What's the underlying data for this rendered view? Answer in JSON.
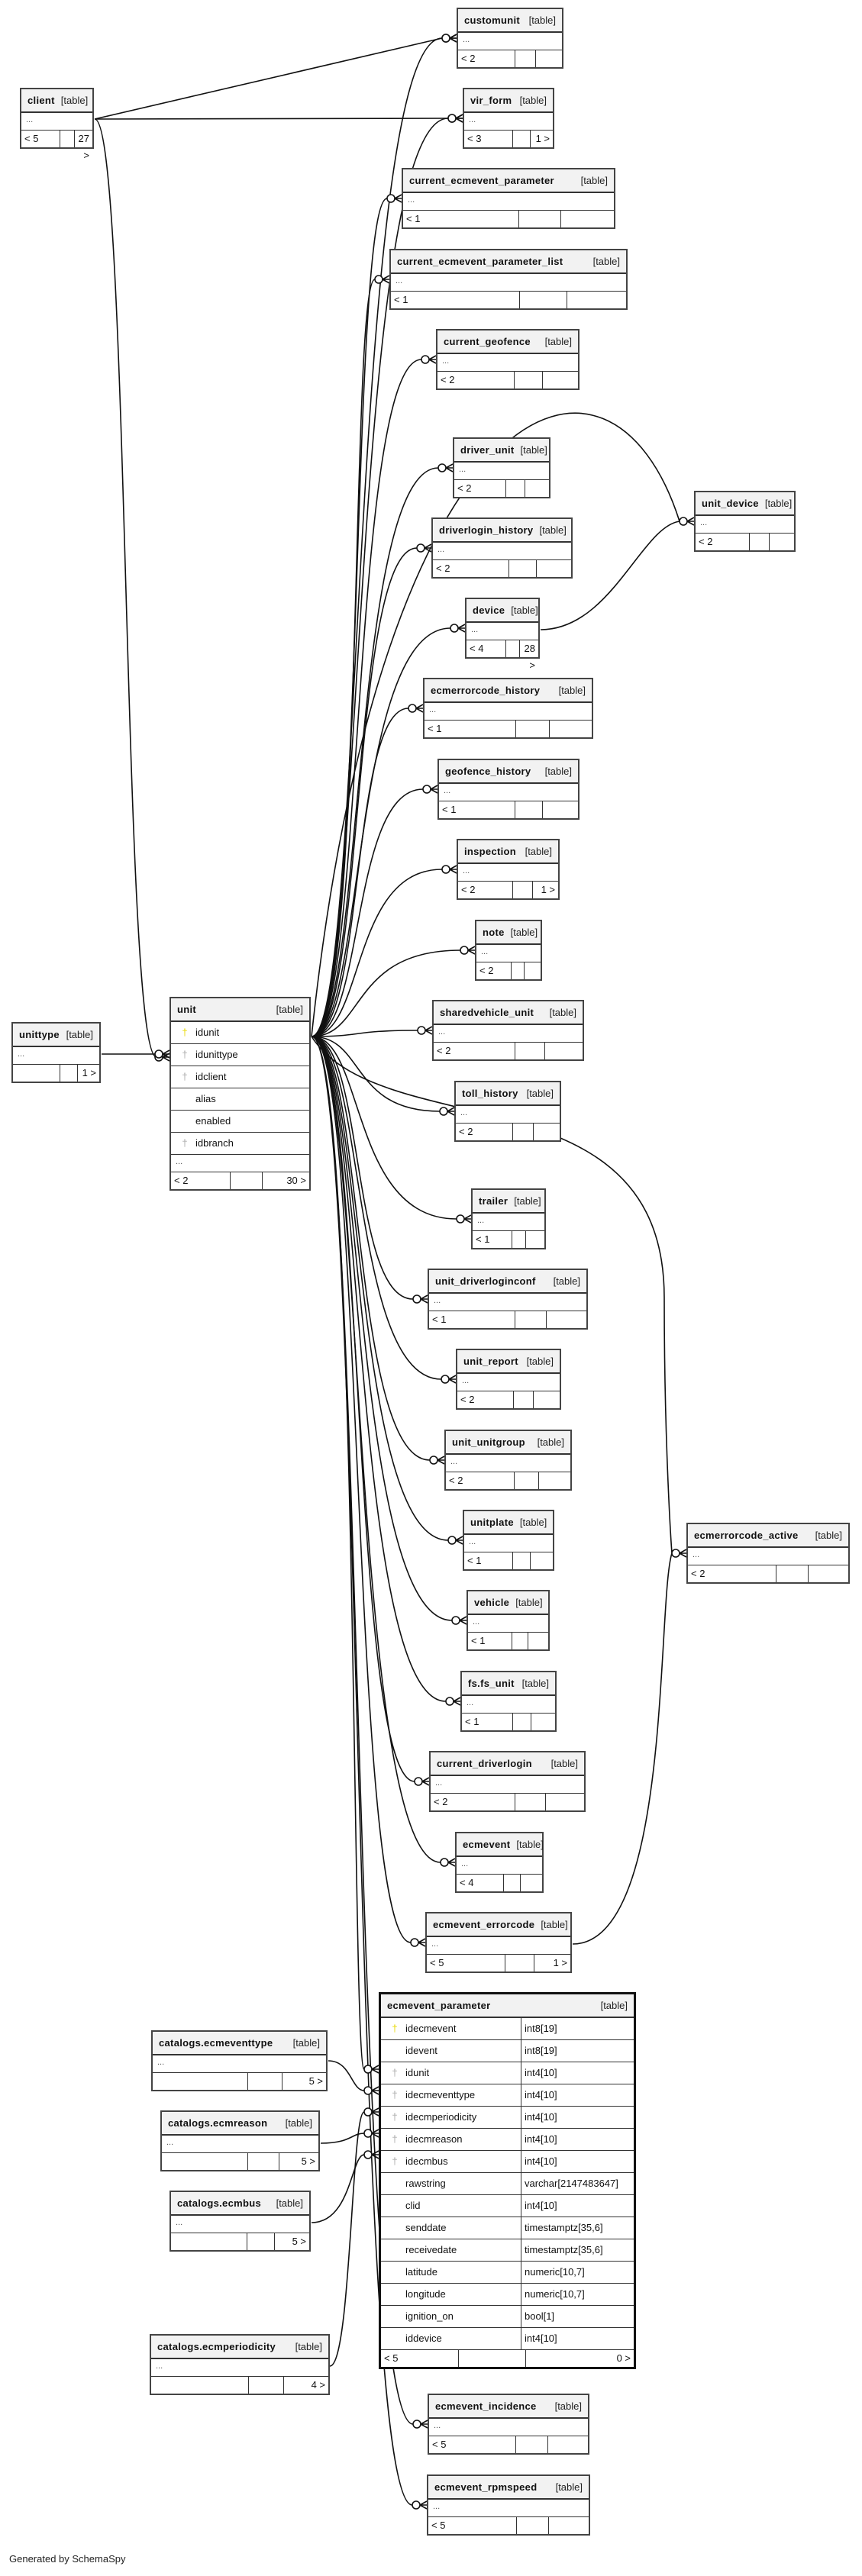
{
  "diagram": {
    "title": "unit relationships",
    "table_suffix": "[table]",
    "ellipsis": "...",
    "footer": "Generated by SchemaSpy"
  },
  "tables": [
    {
      "id": "customunit",
      "name": "customunit",
      "parents": "< 2",
      "mid": "",
      "children": ""
    },
    {
      "id": "client",
      "name": "client",
      "parents": "< 5",
      "mid": "",
      "children": "27 >"
    },
    {
      "id": "vir_form",
      "name": "vir_form",
      "parents": "< 3",
      "mid": "",
      "children": "1 >"
    },
    {
      "id": "current_ecmevent_parameter",
      "name": "current_ecmevent_parameter",
      "parents": "< 1",
      "mid": "",
      "children": ""
    },
    {
      "id": "current_ecmevent_parameter_list",
      "name": "current_ecmevent_parameter_list",
      "parents": "< 1",
      "mid": "",
      "children": ""
    },
    {
      "id": "current_geofence",
      "name": "current_geofence",
      "parents": "< 2",
      "mid": "",
      "children": ""
    },
    {
      "id": "driver_unit",
      "name": "driver_unit",
      "parents": "< 2",
      "mid": "",
      "children": ""
    },
    {
      "id": "unit_device",
      "name": "unit_device",
      "parents": "< 2",
      "mid": "",
      "children": ""
    },
    {
      "id": "driverlogin_history",
      "name": "driverlogin_history",
      "parents": "< 2",
      "mid": "",
      "children": ""
    },
    {
      "id": "device",
      "name": "device",
      "parents": "< 4",
      "mid": "",
      "children": "28 >"
    },
    {
      "id": "ecmerrorcode_history",
      "name": "ecmerrorcode_history",
      "parents": "< 1",
      "mid": "",
      "children": ""
    },
    {
      "id": "geofence_history",
      "name": "geofence_history",
      "parents": "< 1",
      "mid": "",
      "children": ""
    },
    {
      "id": "inspection",
      "name": "inspection",
      "parents": "< 2",
      "mid": "",
      "children": "1 >"
    },
    {
      "id": "note",
      "name": "note",
      "parents": "< 2",
      "mid": "",
      "children": ""
    },
    {
      "id": "unittype",
      "name": "unittype",
      "parents": "",
      "mid": "",
      "children": "1 >"
    },
    {
      "id": "sharedvehicle_unit",
      "name": "sharedvehicle_unit",
      "parents": "< 2",
      "mid": "",
      "children": ""
    },
    {
      "id": "toll_history",
      "name": "toll_history",
      "parents": "< 2",
      "mid": "",
      "children": ""
    },
    {
      "id": "trailer",
      "name": "trailer",
      "parents": "< 1",
      "mid": "",
      "children": ""
    },
    {
      "id": "unit_driverloginconf",
      "name": "unit_driverloginconf",
      "parents": "< 1",
      "mid": "",
      "children": ""
    },
    {
      "id": "unit_report",
      "name": "unit_report",
      "parents": "< 2",
      "mid": "",
      "children": ""
    },
    {
      "id": "unit_unitgroup",
      "name": "unit_unitgroup",
      "parents": "< 2",
      "mid": "",
      "children": ""
    },
    {
      "id": "unitplate",
      "name": "unitplate",
      "parents": "< 1",
      "mid": "",
      "children": ""
    },
    {
      "id": "ecmerrorcode_active",
      "name": "ecmerrorcode_active",
      "parents": "< 2",
      "mid": "",
      "children": ""
    },
    {
      "id": "vehicle",
      "name": "vehicle",
      "parents": "< 1",
      "mid": "",
      "children": ""
    },
    {
      "id": "fs_fs_unit",
      "name": "fs.fs_unit",
      "parents": "< 1",
      "mid": "",
      "children": ""
    },
    {
      "id": "current_driverlogin",
      "name": "current_driverlogin",
      "parents": "< 2",
      "mid": "",
      "children": ""
    },
    {
      "id": "ecmevent",
      "name": "ecmevent",
      "parents": "< 4",
      "mid": "",
      "children": ""
    },
    {
      "id": "ecmevent_errorcode",
      "name": "ecmevent_errorcode",
      "parents": "< 5",
      "mid": "",
      "children": "1 >"
    },
    {
      "id": "catalogs_ecmeventtype",
      "name": "catalogs.ecmeventtype",
      "parents": "",
      "mid": "",
      "children": "5 >"
    },
    {
      "id": "catalogs_ecmreason",
      "name": "catalogs.ecmreason",
      "parents": "",
      "mid": "",
      "children": "5 >"
    },
    {
      "id": "catalogs_ecmbus",
      "name": "catalogs.ecmbus",
      "parents": "",
      "mid": "",
      "children": "5 >"
    },
    {
      "id": "catalogs_ecmperiodicity",
      "name": "catalogs.ecmperiodicity",
      "parents": "",
      "mid": "",
      "children": "4 >"
    },
    {
      "id": "ecmevent_incidence",
      "name": "ecmevent_incidence",
      "parents": "< 5",
      "mid": "",
      "children": ""
    },
    {
      "id": "ecmevent_rpmspeed",
      "name": "ecmevent_rpmspeed",
      "parents": "< 5",
      "mid": "",
      "children": ""
    }
  ],
  "unit": {
    "name": "unit",
    "columns": [
      {
        "name": "idunit",
        "key": "pk"
      },
      {
        "name": "idunittype",
        "key": "fk"
      },
      {
        "name": "idclient",
        "key": "fk"
      },
      {
        "name": "alias",
        "key": "none"
      },
      {
        "name": "enabled",
        "key": "none"
      },
      {
        "name": "idbranch",
        "key": "fk"
      }
    ],
    "parents": "< 2",
    "mid": "",
    "children": "30 >"
  },
  "ecmevent_parameter": {
    "name": "ecmevent_parameter",
    "columns": [
      {
        "name": "idecmevent",
        "type": "int8[19]",
        "key": "pk"
      },
      {
        "name": "idevent",
        "type": "int8[19]",
        "key": "none"
      },
      {
        "name": "idunit",
        "type": "int4[10]",
        "key": "fk"
      },
      {
        "name": "idecmeventtype",
        "type": "int4[10]",
        "key": "fk"
      },
      {
        "name": "idecmperiodicity",
        "type": "int4[10]",
        "key": "fk"
      },
      {
        "name": "idecmreason",
        "type": "int4[10]",
        "key": "fk"
      },
      {
        "name": "idecmbus",
        "type": "int4[10]",
        "key": "fk"
      },
      {
        "name": "rawstring",
        "type": "varchar[2147483647]",
        "key": "none"
      },
      {
        "name": "clid",
        "type": "int4[10]",
        "key": "none"
      },
      {
        "name": "senddate",
        "type": "timestamptz[35,6]",
        "key": "none"
      },
      {
        "name": "receivedate",
        "type": "timestamptz[35,6]",
        "key": "none"
      },
      {
        "name": "latitude",
        "type": "numeric[10,7]",
        "key": "none"
      },
      {
        "name": "longitude",
        "type": "numeric[10,7]",
        "key": "none"
      },
      {
        "name": "ignition_on",
        "type": "bool[1]",
        "key": "none"
      },
      {
        "name": "iddevice",
        "type": "int4[10]",
        "key": "none"
      }
    ],
    "parents": "< 5",
    "mid": "",
    "children": "0 >"
  },
  "icons": {
    "key": "key-icon",
    "crowfoot": "crowsfoot-optional-many",
    "optional_one": "optional-one"
  }
}
